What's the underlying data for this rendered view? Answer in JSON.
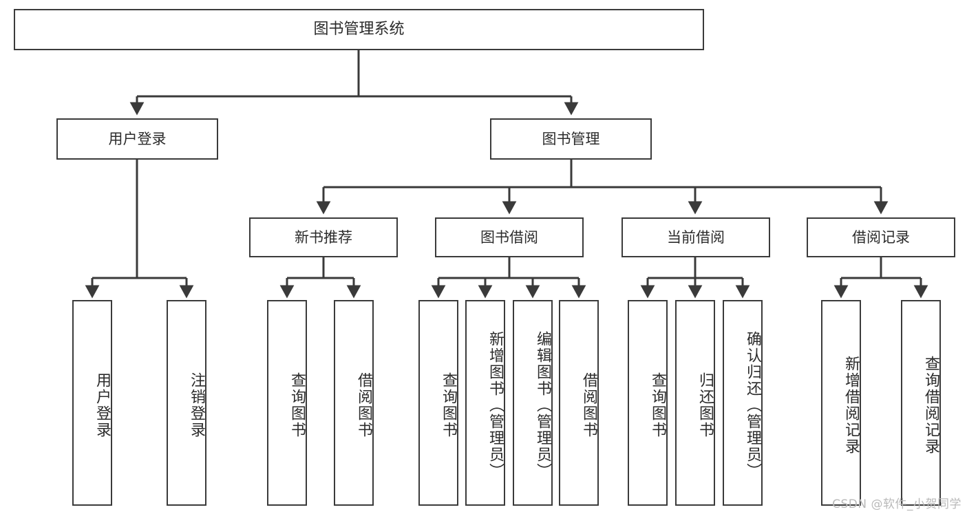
{
  "diagram": {
    "title": "图书管理系统",
    "type": "tree-hierarchy-chart",
    "watermark": "CSDN @软件_小贺同学",
    "colors": {
      "stroke": "#3a3a3a",
      "fill": "#ffffff",
      "text": "#2b2b2b",
      "watermark": "#b9b9b9"
    },
    "nodes": {
      "root": {
        "label": "图书管理系统"
      },
      "level2": [
        {
          "id": "user-login",
          "label": "用户登录"
        },
        {
          "id": "book-manage",
          "label": "图书管理"
        }
      ],
      "level3": [
        {
          "id": "new-book-recommend",
          "label": "新书推荐"
        },
        {
          "id": "book-borrow",
          "label": "图书借阅"
        },
        {
          "id": "current-borrow",
          "label": "当前借阅"
        },
        {
          "id": "borrow-record",
          "label": "借阅记录"
        }
      ],
      "leaves": {
        "user-login": [
          {
            "id": "leaf-user-login",
            "label": "用户登录"
          },
          {
            "id": "leaf-logout",
            "label": "注销登录"
          }
        ],
        "new-book-recommend": [
          {
            "id": "leaf-query-book-1",
            "label": "查询图书"
          },
          {
            "id": "leaf-borrow-book-1",
            "label": "借阅图书"
          }
        ],
        "book-borrow": [
          {
            "id": "leaf-query-book-2",
            "label": "查询图书"
          },
          {
            "id": "leaf-add-book",
            "label": "新增图书（管理员）"
          },
          {
            "id": "leaf-edit-book",
            "label": "编辑图书（管理员）"
          },
          {
            "id": "leaf-borrow-book-2",
            "label": "借阅图书"
          }
        ],
        "current-borrow": [
          {
            "id": "leaf-query-book-3",
            "label": "查询图书"
          },
          {
            "id": "leaf-return-book",
            "label": "归还图书"
          },
          {
            "id": "leaf-confirm-return",
            "label": "确认归还（管理员）"
          }
        ],
        "borrow-record": [
          {
            "id": "leaf-add-record",
            "label": "新增借阅记录"
          },
          {
            "id": "leaf-query-record",
            "label": "查询借阅记录"
          }
        ]
      }
    }
  }
}
